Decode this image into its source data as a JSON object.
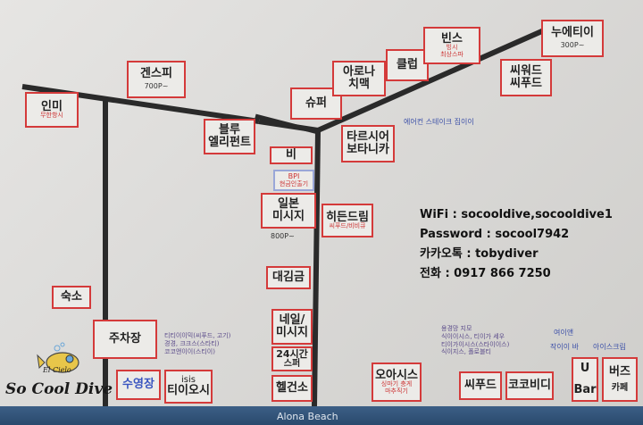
{
  "places": {
    "inmi": {
      "name": "인미",
      "sub": "무한항시"
    },
    "gensupi": {
      "name": "겐스피",
      "price": "700P~"
    },
    "blue": {
      "name": "블루",
      "name2": "엘리펀트"
    },
    "super": {
      "name": "슈퍼"
    },
    "arona": {
      "name": "아로나",
      "name2": "치맥"
    },
    "club": {
      "name": "클럽"
    },
    "bins": {
      "name": "빈스",
      "sub": "빙시",
      "sub2": "최상스파"
    },
    "noae": {
      "name": "누에티이",
      "price": "300P~"
    },
    "wild": {
      "name": "씨워드",
      "name2": "씨푸드"
    },
    "tarsier": {
      "name": "타르시어",
      "name2": "보타니카"
    },
    "bi": {
      "name": "비"
    },
    "bpi": {
      "name": "BPI",
      "sub": "현금인출기"
    },
    "ilbon": {
      "name": "일본",
      "name2": "미시지",
      "price": "800P~"
    },
    "hidden": {
      "name": "히든드림",
      "sub": "씨푸드/비비큐"
    },
    "daegim": {
      "name": "대김금"
    },
    "suksu": {
      "name": "숙소"
    },
    "jucha": {
      "name": "주차장"
    },
    "neil": {
      "name": "네일/",
      "name2": "미시지"
    },
    "h24": {
      "name": "24시간",
      "name2": "스퍼"
    },
    "oasis": {
      "name": "오아시스",
      "sub": "싱마기 충게",
      "sub2": "마추직기"
    },
    "sea": {
      "name": "씨푸드"
    },
    "kokonut": {
      "name": "코코비디"
    },
    "ubar": {
      "name": "U",
      "name2": "Bar"
    },
    "buz": {
      "name": "버즈",
      "name2": "카페"
    },
    "suyeong": {
      "name": "수영장"
    },
    "isis": {
      "name": "isis",
      "name2": "티이오시"
    },
    "health": {
      "name": "헬건소"
    }
  },
  "notes": {
    "aircon": "에어컨 스테이크 집이이",
    "jucha_lines": [
      "티티이이믹(씨푸드, 고기)",
      "경경, 크크스(스타티)",
      "코코앤이이(스티이)"
    ],
    "oasis_right": [
      "용경망 지모",
      "식이이시스, 티이가 세우",
      "티이가이시스(스타이이스)",
      "식이지스, 폴로블티"
    ],
    "ubar_top": "여이앤",
    "ubar_mid": "작이이 바",
    "buz_top": "아이스크림"
  },
  "wifi": {
    "line1": "WiFi : socooldive,socooldive1",
    "line2": "Password : socool7942",
    "line3": "카카오톡 : tobydiver",
    "line4": "전화 : 0917 866 7250"
  },
  "logo": {
    "brand": "So Cool Dive",
    "sub": "El Cielo"
  },
  "beach": "Alona Beach",
  "colors": {
    "box_border": "#d43a3a",
    "road": "#2a2a2a",
    "beach": "#2f5278"
  }
}
